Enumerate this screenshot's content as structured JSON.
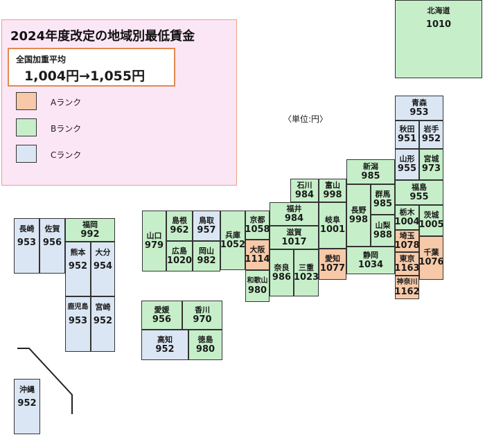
{
  "title": "2024年度改定の地域別最低賃金",
  "average": {
    "label": "全国加重平均",
    "value": "1,004円→1,055円"
  },
  "legend": [
    {
      "label": "Aランク",
      "color": "#f7c9a8"
    },
    {
      "label": "Bランク",
      "color": "#c6efc9"
    },
    {
      "label": "Cランク",
      "color": "#dbe6f4"
    }
  ],
  "unit": "〈単位:円〉",
  "prefectures": [
    {
      "name": "北海道",
      "value": "1010",
      "rank": "B"
    },
    {
      "name": "青森",
      "value": "953",
      "rank": "C"
    },
    {
      "name": "秋田",
      "value": "951",
      "rank": "C"
    },
    {
      "name": "岩手",
      "value": "952",
      "rank": "C"
    },
    {
      "name": "山形",
      "value": "955",
      "rank": "C"
    },
    {
      "name": "宮城",
      "value": "973",
      "rank": "B"
    },
    {
      "name": "福島",
      "value": "955",
      "rank": "B"
    },
    {
      "name": "新潟",
      "value": "985",
      "rank": "B"
    },
    {
      "name": "石川",
      "value": "984",
      "rank": "B"
    },
    {
      "name": "富山",
      "value": "998",
      "rank": "B"
    },
    {
      "name": "長野",
      "value": "998",
      "rank": "B"
    },
    {
      "name": "群馬",
      "value": "985",
      "rank": "B"
    },
    {
      "name": "栃木",
      "value": "1004",
      "rank": "B"
    },
    {
      "name": "茨城",
      "value": "1005",
      "rank": "B"
    },
    {
      "name": "福井",
      "value": "984",
      "rank": "B"
    },
    {
      "name": "岐阜",
      "value": "1001",
      "rank": "B"
    },
    {
      "name": "山梨",
      "value": "988",
      "rank": "B"
    },
    {
      "name": "埼玉",
      "value": "1078",
      "rank": "A"
    },
    {
      "name": "千葉",
      "value": "1076",
      "rank": "A"
    },
    {
      "name": "東京",
      "value": "1163",
      "rank": "A"
    },
    {
      "name": "神奈川",
      "value": "1162",
      "rank": "A"
    },
    {
      "name": "静岡",
      "value": "1034",
      "rank": "B"
    },
    {
      "name": "愛知",
      "value": "1077",
      "rank": "A"
    },
    {
      "name": "滋賀",
      "value": "1017",
      "rank": "B"
    },
    {
      "name": "三重",
      "value": "1023",
      "rank": "B"
    },
    {
      "name": "奈良",
      "value": "986",
      "rank": "B"
    },
    {
      "name": "京都",
      "value": "1058",
      "rank": "B"
    },
    {
      "name": "大阪",
      "value": "1114",
      "rank": "A"
    },
    {
      "name": "和歌山",
      "value": "980",
      "rank": "B"
    },
    {
      "name": "兵庫",
      "value": "1052",
      "rank": "B"
    },
    {
      "name": "鳥取",
      "value": "957",
      "rank": "C"
    },
    {
      "name": "島根",
      "value": "962",
      "rank": "B"
    },
    {
      "name": "岡山",
      "value": "982",
      "rank": "B"
    },
    {
      "name": "広島",
      "value": "1020",
      "rank": "B"
    },
    {
      "name": "山口",
      "value": "979",
      "rank": "B"
    },
    {
      "name": "香川",
      "value": "970",
      "rank": "B"
    },
    {
      "name": "愛媛",
      "value": "956",
      "rank": "B"
    },
    {
      "name": "徳島",
      "value": "980",
      "rank": "B"
    },
    {
      "name": "高知",
      "value": "952",
      "rank": "C"
    },
    {
      "name": "福岡",
      "value": "992",
      "rank": "B"
    },
    {
      "name": "佐賀",
      "value": "956",
      "rank": "C"
    },
    {
      "name": "長崎",
      "value": "953",
      "rank": "C"
    },
    {
      "name": "熊本",
      "value": "952",
      "rank": "C"
    },
    {
      "name": "大分",
      "value": "954",
      "rank": "C"
    },
    {
      "name": "宮崎",
      "value": "952",
      "rank": "C"
    },
    {
      "name": "鹿児島",
      "value": "953",
      "rank": "C"
    },
    {
      "name": "沖縄",
      "value": "952",
      "rank": "C"
    }
  ]
}
